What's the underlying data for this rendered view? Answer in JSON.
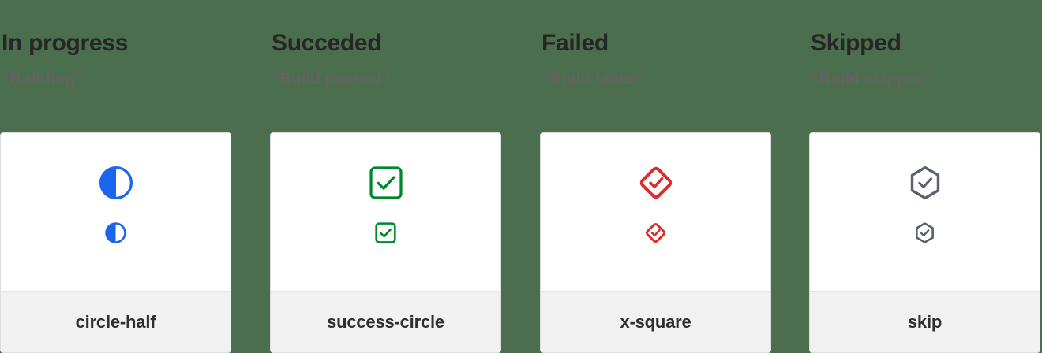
{
  "page": {
    "background_color": "#4a6e4e",
    "card_background": "#ffffff",
    "footer_background": "#f1f1f1"
  },
  "columns": [
    {
      "title": "In progress",
      "subtitle": "“Building”",
      "icon_name": "circle-half-icon",
      "icon_label": "circle-half",
      "color": "#1a66f0"
    },
    {
      "title": "Succeded",
      "subtitle": "“Build passed”",
      "icon_name": "success-circle-icon",
      "icon_label": "success-circle",
      "color": "#00862b"
    },
    {
      "title": "Failed",
      "subtitle": "“Build failed”",
      "icon_name": "x-square-icon",
      "icon_label": "x-square",
      "color": "#e02b2b"
    },
    {
      "title": "Skipped",
      "subtitle": "“Build skipped”",
      "icon_name": "skip-icon",
      "icon_label": "skip",
      "color": "#5a6270"
    }
  ]
}
